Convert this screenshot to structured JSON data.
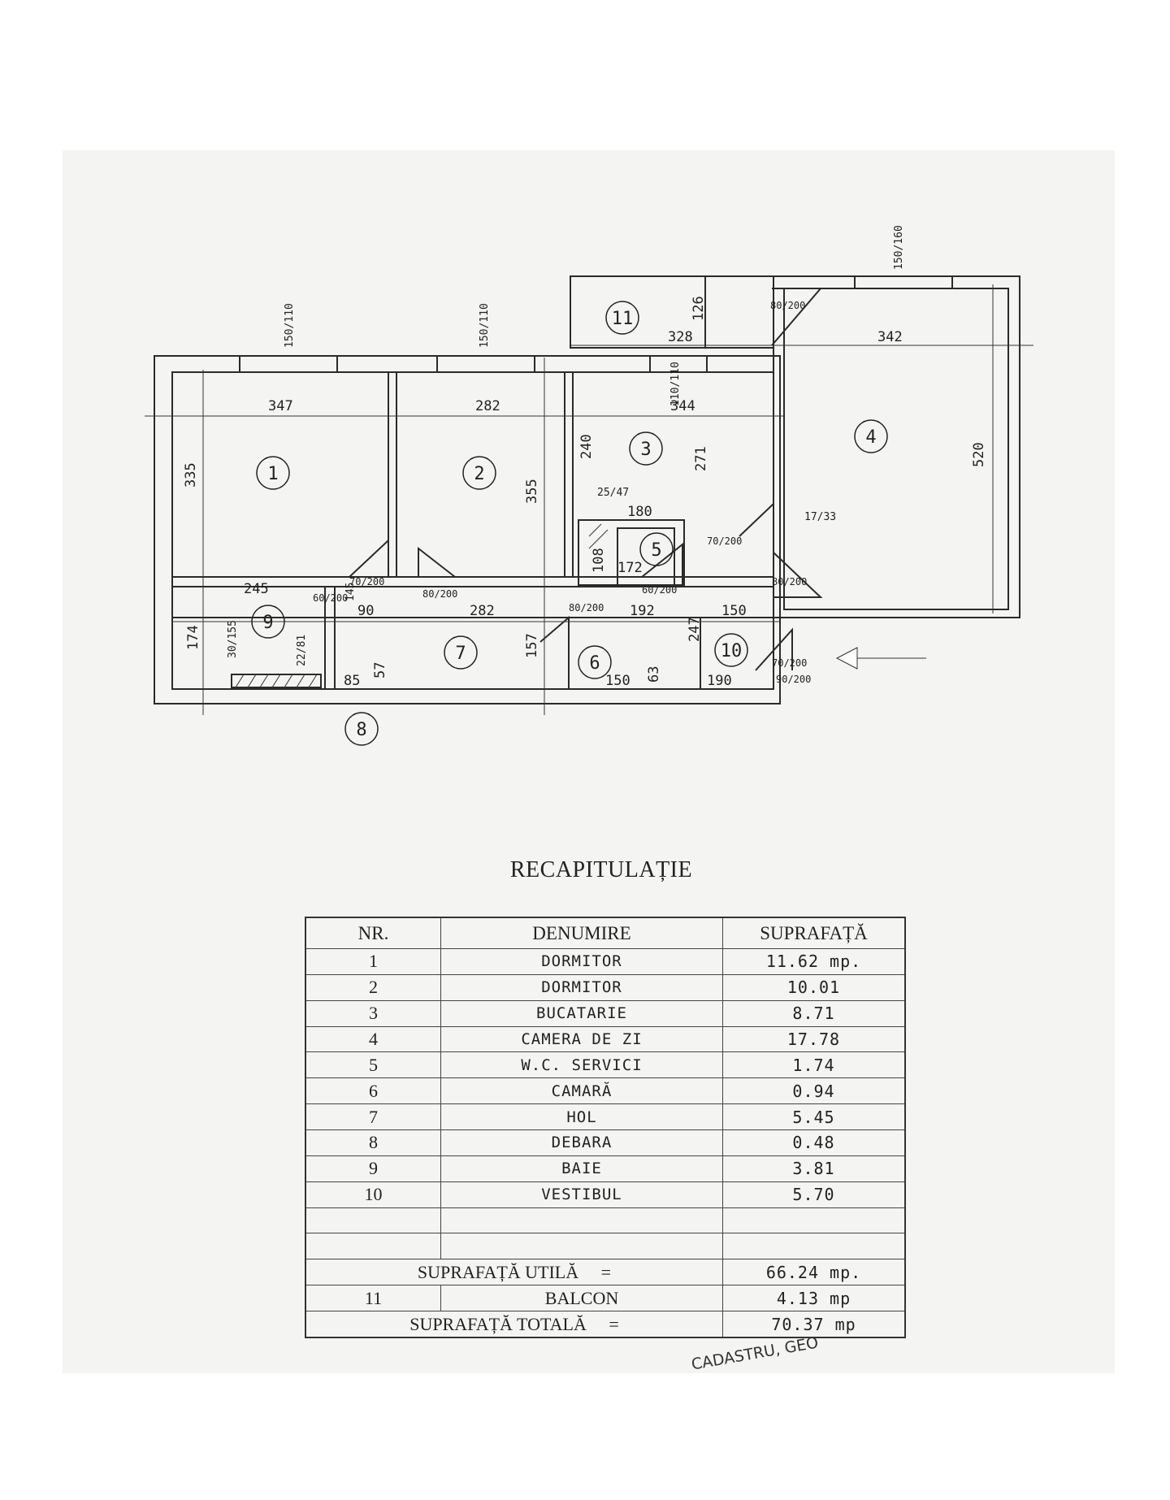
{
  "plan": {
    "rooms": [
      {
        "nr": "1"
      },
      {
        "nr": "2"
      },
      {
        "nr": "3"
      },
      {
        "nr": "4"
      },
      {
        "nr": "5"
      },
      {
        "nr": "6"
      },
      {
        "nr": "7"
      },
      {
        "nr": "8"
      },
      {
        "nr": "9"
      },
      {
        "nr": "10"
      },
      {
        "nr": "11"
      }
    ],
    "dims": {
      "d347": "347",
      "d282a": "282",
      "d344": "344",
      "d342": "342",
      "d328": "328",
      "d335": "335",
      "d355": "355",
      "d240": "240",
      "d271": "271",
      "d520": "520",
      "d126": "126",
      "d174": "174",
      "d245": "245",
      "d282b": "282",
      "d192": "192",
      "d150a": "150",
      "d157": "157",
      "d247": "247",
      "d180": "180",
      "d172": "172",
      "d108": "108",
      "d90": "90",
      "d85": "85",
      "d57": "57",
      "d150b": "150",
      "d63": "63",
      "d190": "190",
      "d25_47": "25/47",
      "d17_33": "17/33",
      "d30_155": "30/155",
      "d22_81": "22/81",
      "d145": "145"
    },
    "windows": {
      "w1": "150/110",
      "w2": "150/110",
      "w3": "110/110",
      "w4": "150/160"
    },
    "doors": {
      "dr1": "70/200",
      "dr2": "80/200",
      "dr3": "60/200",
      "dr4": "80/200",
      "dr5": "60/200",
      "dr6": "80/200",
      "dr7": "70/200",
      "dr8": "80/200",
      "dr9": "70/200",
      "dr10": "90/200"
    }
  },
  "summary": {
    "title": "RECAPITULAȚIE",
    "headers": {
      "nr": "NR.",
      "name": "DENUMIRE",
      "area": "SUPRAFAȚĂ"
    },
    "rows": [
      {
        "nr": "1",
        "name": "DORMITOR",
        "area": "11.62 mp."
      },
      {
        "nr": "2",
        "name": "DORMITOR",
        "area": "10.01"
      },
      {
        "nr": "3",
        "name": "BUCATARIE",
        "area": "8.71"
      },
      {
        "nr": "4",
        "name": "CAMERA DE ZI",
        "area": "17.78"
      },
      {
        "nr": "5",
        "name": "W.C. SERVICI",
        "area": "1.74"
      },
      {
        "nr": "6",
        "name": "CAMARĂ",
        "area": "0.94"
      },
      {
        "nr": "7",
        "name": "HOL",
        "area": "5.45"
      },
      {
        "nr": "8",
        "name": "DEBARA",
        "area": "0.48"
      },
      {
        "nr": "9",
        "name": "BAIE",
        "area": "3.81"
      },
      {
        "nr": "10",
        "name": "VESTIBUL",
        "area": "5.70"
      }
    ],
    "useful": {
      "label": "SUPRAFAȚĂ UTILĂ",
      "eq": "=",
      "value": "66.24 mp."
    },
    "balcony": {
      "nr": "11",
      "name": "BALCON",
      "value": "4.13 mp"
    },
    "total": {
      "label": "SUPRAFAȚĂ TOTALĂ",
      "eq": "=",
      "value": "70.37 mp"
    }
  },
  "stamp": "CADASTRU, GEO"
}
